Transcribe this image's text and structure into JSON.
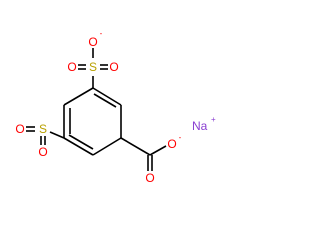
{
  "structure": {
    "atoms": {
      "o_top_minus": "O",
      "o_top_left": "O",
      "s_top": "S",
      "o_top_right": "O",
      "o_left_left": "O",
      "s_left": "S",
      "o_left_below": "O",
      "o_carboxyl_minus": "O",
      "o_carboxyl_double": "O",
      "na": "Na"
    },
    "charges": {
      "o_top_minus": "-",
      "o_carboxyl_minus": "-",
      "na": "+"
    },
    "colors": {
      "oxygen": "#ff0000",
      "sulfur": "#b8a000",
      "sodium": "#8a3fd1",
      "bond": "#000000"
    }
  }
}
